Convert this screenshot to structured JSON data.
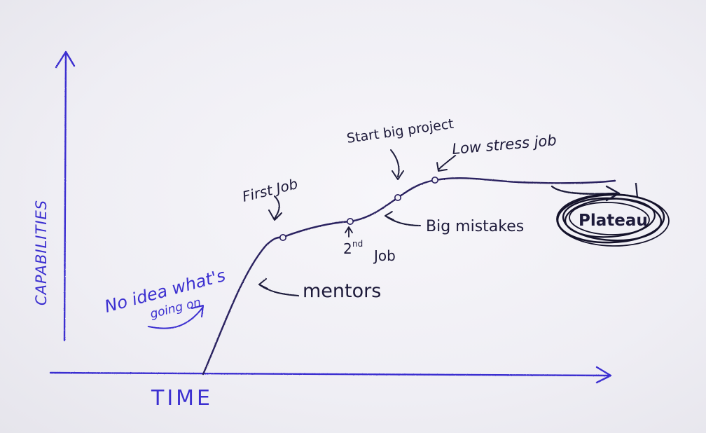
{
  "colors": {
    "axis_ink": "#3b2fd0",
    "curve_ink": "#2a2060",
    "label_ink": "#1d1a3a",
    "paper": "#f2f1f6"
  },
  "axes": {
    "x_label": "TIME",
    "y_label": "CAPABILITIES"
  },
  "annotations": {
    "no_idea_line1": "No idea what's",
    "no_idea_line2": "going on",
    "mentors": "mentors",
    "first_job": "First Job",
    "second_job_num": "2",
    "second_job_sup": "nd",
    "second_job_word": "Job",
    "big_mistakes": "Big mistakes",
    "start_big_project": "Start big project",
    "low_stress_job": "Low stress job",
    "plateau": "Plateau"
  }
}
